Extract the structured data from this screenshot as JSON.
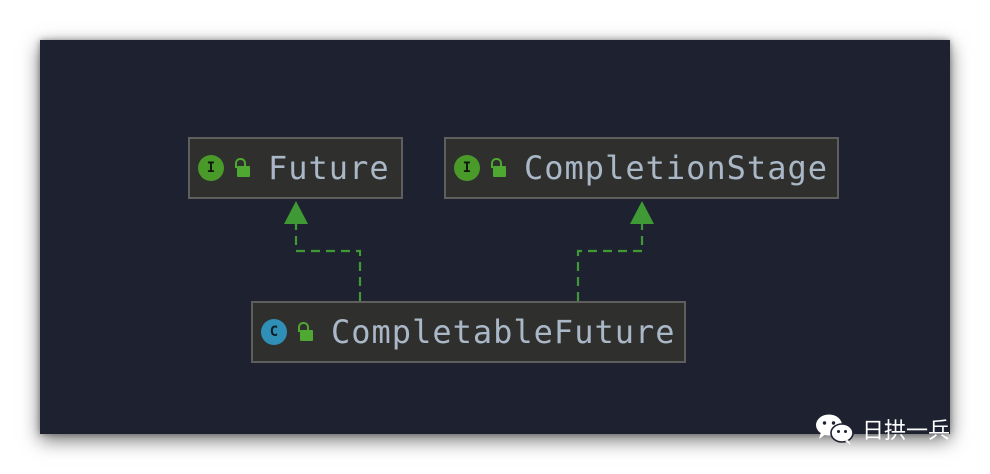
{
  "diagram": {
    "nodes": [
      {
        "id": "future",
        "kind": "interface",
        "badge": "I",
        "label": "Future"
      },
      {
        "id": "completion-stage",
        "kind": "interface",
        "badge": "I",
        "label": "CompletionStage"
      },
      {
        "id": "completable-future",
        "kind": "class",
        "badge": "C",
        "label": "CompletableFuture"
      }
    ],
    "edges": [
      {
        "from": "completable-future",
        "to": "future",
        "style": "dashed",
        "relation": "implements"
      },
      {
        "from": "completable-future",
        "to": "completion-stage",
        "style": "dashed",
        "relation": "implements"
      }
    ]
  },
  "watermark": {
    "icon": "wechat-icon",
    "text": "日拱一兵"
  },
  "colors": {
    "background": "#1e2130",
    "node_fill": "#2f302e",
    "node_border": "#5e5f5c",
    "interface_badge": "#4a9a2a",
    "class_badge": "#2f8fb6",
    "label_text": "#a9b7c6",
    "edge": "#3f9a35"
  }
}
